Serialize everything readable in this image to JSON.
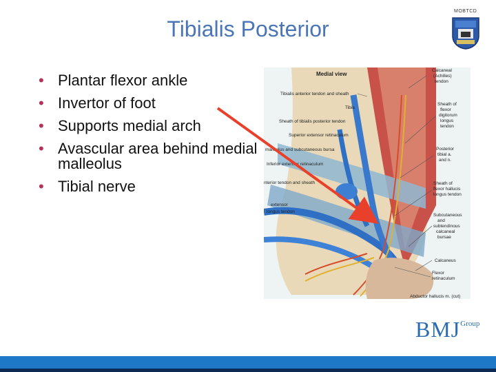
{
  "slide": {
    "title": "Tibialis Posterior",
    "corner_label": "MOBTCD",
    "bullets": [
      "Plantar flexor ankle",
      "Invertor of foot",
      "Supports medial arch",
      "Avascular area behind medial malleolus",
      "Tibial nerve"
    ],
    "bullet_glyph": "•"
  },
  "figure": {
    "heading": "Medial view",
    "labels_left": [
      "Tibialis anterior tendon and sheath",
      "Tibia",
      "Sheath of tibialis posterior tendon",
      "Superior extensor retinaculum",
      "malleolus and subcutaneous bursa",
      "Inferior extensor retinaculum",
      "nterior tendon and sheath",
      "extensor",
      "longus tendon"
    ],
    "labels_right": [
      "Calcaneal",
      "(Achilles)",
      "tendon",
      "Sheath of",
      "flexor",
      "digitorum",
      "longus",
      "tendon",
      "Posterior",
      "tibial a.",
      "and n.",
      "Sheath of",
      "flexor hallucis",
      "longus tendon",
      "Subcutaneous",
      "and",
      "subtendinous",
      "calcaneal",
      "bursae",
      "Calcaneus",
      "Flexor",
      "retinaculum",
      "Abductor hallucis m. (cut)"
    ]
  },
  "logo": {
    "main": "BMJ",
    "suffix": "Group"
  },
  "colors": {
    "title": "#4a76b8",
    "bullet": "#b83058",
    "arrow": "#e8402a",
    "bar": "#1d78c8",
    "logo": "#2b6cb3"
  }
}
